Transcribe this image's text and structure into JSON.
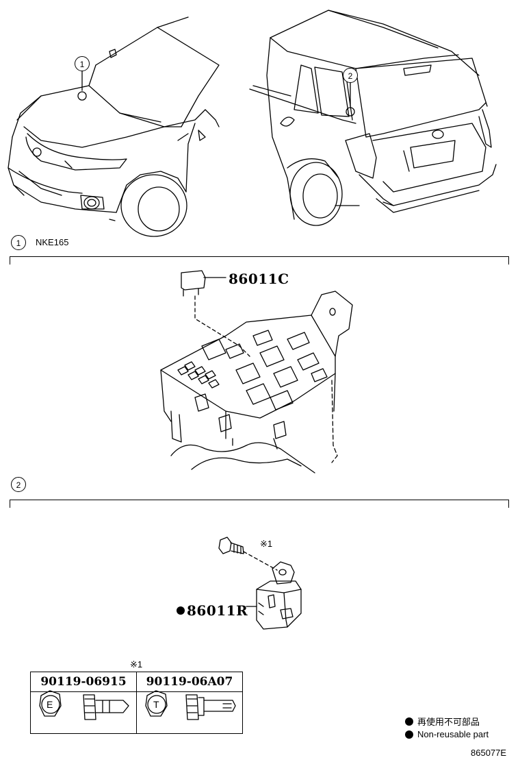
{
  "callouts": {
    "c1": "1",
    "c2": "2"
  },
  "section1": {
    "number": "1",
    "model_code": "NKE165",
    "part": "86011C"
  },
  "section2": {
    "number": "2",
    "part": "86011R",
    "bolt_note": "※1"
  },
  "bolt_table": {
    "note": "※1",
    "col1_part": "90119-06915",
    "col1_mark": "E",
    "col2_part": "90119-06A07",
    "col2_mark": "T"
  },
  "legend": {
    "ja": "再使用不可部品",
    "en": "Non-reusable part"
  },
  "illustration_id": "865077E"
}
